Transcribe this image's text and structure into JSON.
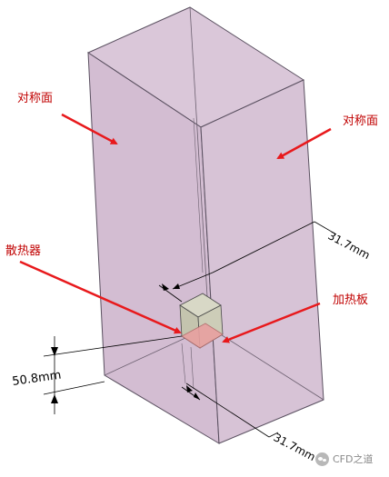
{
  "labels": {
    "symmetry_left": "对称面",
    "symmetry_right": "对称面",
    "heat_sink": "散热器",
    "heater_plate": "加热板"
  },
  "dimensions": {
    "top_right": "31.7mm",
    "left_height": "50.8mm",
    "bottom_right": "31.7mm"
  },
  "watermark": {
    "text": "CFD之道",
    "icon": "wechat-icon"
  },
  "colors": {
    "domain_front": "#d3bdd2",
    "domain_side": "#d7c3d6",
    "domain_top": "#dac7d9",
    "edges": "#5a5060",
    "heat_sink": "#c9c9b4",
    "heater_plate": "#e8a0a0",
    "arrows": "#e8191c"
  }
}
